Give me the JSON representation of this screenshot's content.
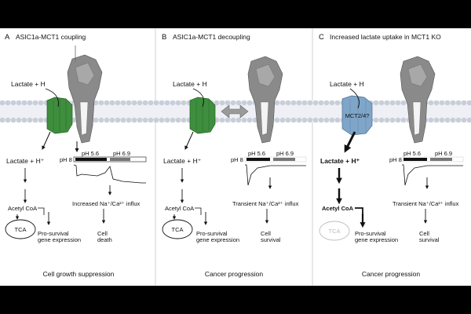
{
  "panels": [
    {
      "letter": "A",
      "title": "ASIC1a-MCT1 coupling",
      "lactate_input": "Lactate + H",
      "lactate_out": "Lactate + H⁺",
      "acetyl": "Acetyl CoA",
      "tca": "TCA",
      "gene_expr_1": "Pro-survival",
      "gene_expr_2": "gene expression",
      "ph_left": "pH 8",
      "ph_mid": "pH 5.6",
      "ph_right": "pH 6.9",
      "influx": "Increased Na⁺/Ca²⁺ influx",
      "outcome_1": "Cell",
      "outcome_2": "death",
      "footer": "Cell growth suppression"
    },
    {
      "letter": "B",
      "title": "ASIC1a-MCT1 decoupling",
      "lactate_input": "Lactate + H",
      "lactate_out": "Lactate + H⁺",
      "acetyl": "Acetyl CoA",
      "tca": "TCA",
      "gene_expr_1": "Pro-survival",
      "gene_expr_2": "gene expression",
      "ph_left": "pH 8",
      "ph_mid": "pH 5.6",
      "ph_right": "pH 6.9",
      "influx": "Transient Na⁺/Ca²⁺ influx",
      "outcome_1": "Cell",
      "outcome_2": "survival",
      "footer": "Cancer progression"
    },
    {
      "letter": "C",
      "title": "Increased lactate uptake in MCT1 KO",
      "lactate_input": "Lactate + H",
      "transporter_label": "MCT2/4?",
      "lactate_out": "Lactate + H⁺",
      "acetyl": "Acetyl CoA",
      "tca": "TCA",
      "gene_expr_1": "Pro-survival",
      "gene_expr_2": "gene expression",
      "ph_left": "pH 8",
      "ph_mid": "pH 5.6",
      "ph_right": "pH 6.9",
      "influx": "Transient Na⁺/Ca²⁺ influx",
      "outcome_1": "Cell",
      "outcome_2": "survival",
      "footer": "Cancer progression"
    }
  ],
  "colors": {
    "background": "#ffffff",
    "letterbox": "#000000",
    "membrane_head": "#c9cdd8",
    "mct1_green": "#3e8e3e",
    "mct_blue": "#7fa6c9",
    "asic_gray": "#8a8a8a",
    "arrow_gray": "#9a9a9a",
    "tca_faded": "#bdbdbd"
  }
}
